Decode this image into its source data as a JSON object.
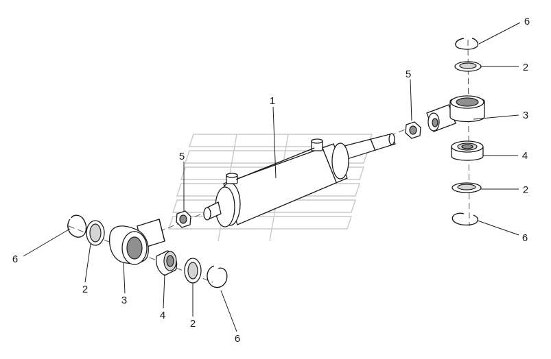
{
  "diagram": {
    "callouts": [
      {
        "id": "c1",
        "text": "1"
      },
      {
        "id": "c5a",
        "text": "5"
      },
      {
        "id": "c5b",
        "text": "5"
      },
      {
        "id": "c6a",
        "text": "6"
      },
      {
        "id": "c2a",
        "text": "2"
      },
      {
        "id": "c3a",
        "text": "3"
      },
      {
        "id": "c4a",
        "text": "4"
      },
      {
        "id": "c2b",
        "text": "2"
      },
      {
        "id": "c6b",
        "text": "6"
      },
      {
        "id": "c6c",
        "text": "6"
      },
      {
        "id": "c2c",
        "text": "2"
      },
      {
        "id": "c3b",
        "text": "3"
      },
      {
        "id": "c4b",
        "text": "4"
      },
      {
        "id": "c2d",
        "text": "2"
      },
      {
        "id": "c6d",
        "text": "6"
      }
    ]
  }
}
